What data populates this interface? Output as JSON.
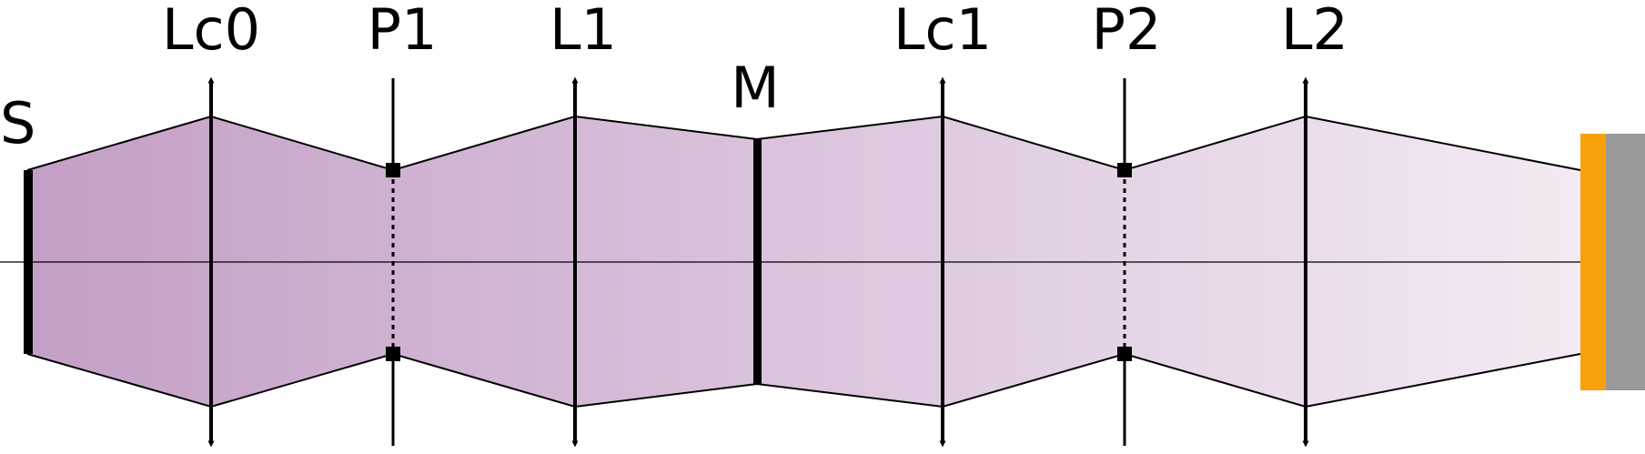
{
  "labels": {
    "source": "S",
    "lc0": "Lc0",
    "p1": "P1",
    "l1": "L1",
    "mirror": "M",
    "lc1": "Lc1",
    "p2": "P2",
    "l2": "L2"
  },
  "colors": {
    "beam_start": "#c39fc6",
    "beam_end": "#f3eaf3",
    "line": "#000000",
    "detector_front": "#f9a10a",
    "detector_back": "#999999"
  }
}
